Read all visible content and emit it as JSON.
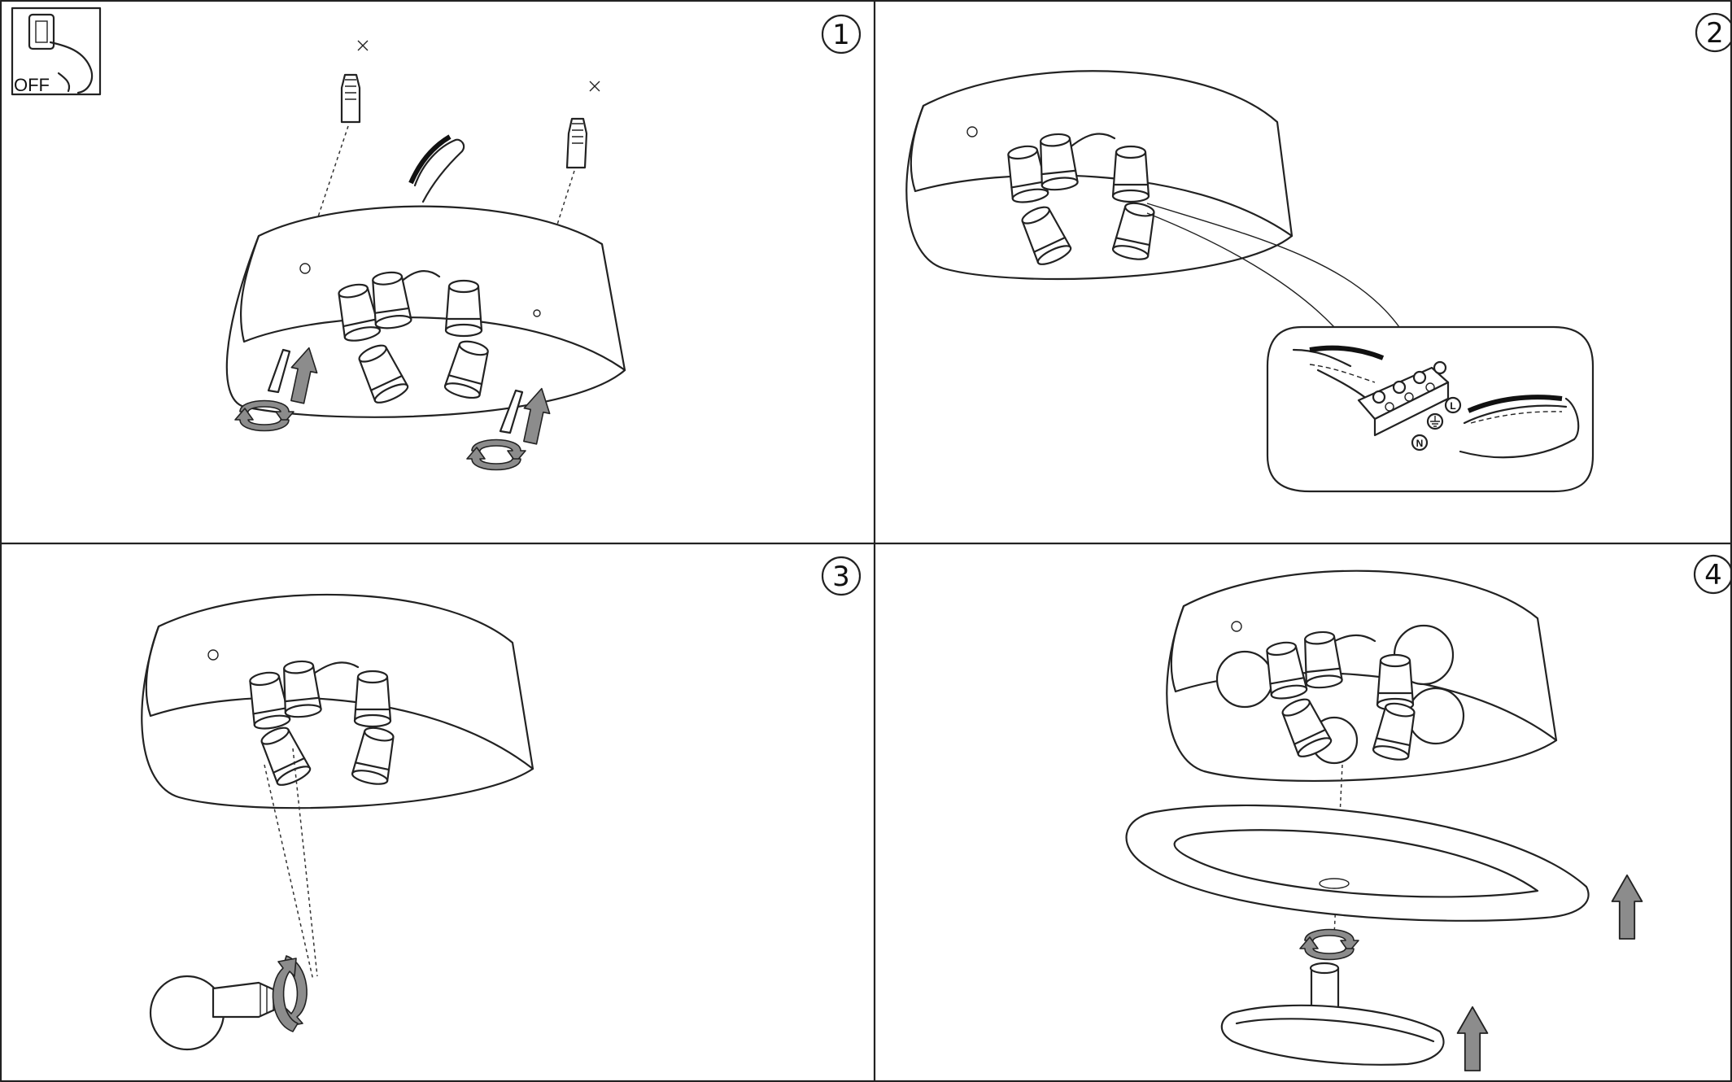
{
  "steps": [
    {
      "number": "1"
    },
    {
      "number": "2"
    },
    {
      "number": "3"
    },
    {
      "number": "4"
    }
  ],
  "power_switch": {
    "label": "OFF",
    "icon": "power-switch-icon"
  },
  "terminal_labels": {
    "live": "L",
    "neutral": "N",
    "earth_icon": "earth-ground-icon"
  },
  "colors": {
    "line": "#222222",
    "arrow_fill": "#8c8c8c",
    "background": "#ffffff"
  }
}
